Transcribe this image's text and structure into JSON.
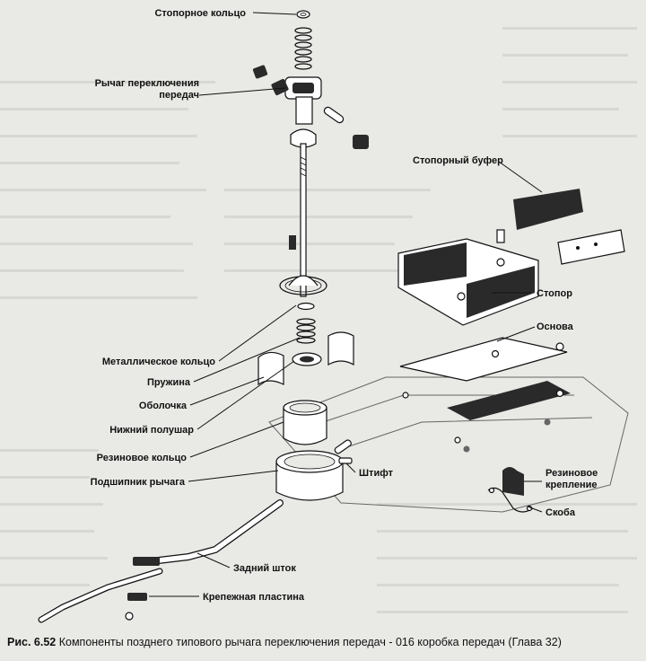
{
  "figure": {
    "number": "Рис. 6.52",
    "caption": "Компоненты позднего типового рычага переключения передач - 016 коробка передач (Глава 32)"
  },
  "labels": {
    "stop_ring": "Стопорное кольцо",
    "shift_lever_1": "Рычаг переключения",
    "shift_lever_2": "передач",
    "lock_buffer": "Стопорный буфер",
    "stop": "Стопор",
    "base": "Основа",
    "metal_ring": "Металлическое кольцо",
    "spring": "Пружина",
    "shell": "Оболочка",
    "lower_hemisphere": "Нижний полушар",
    "rubber_ring": "Резиновое кольцо",
    "pin": "Штифт",
    "lever_bearing": "Подшипник рычага",
    "rubber_mount_1": "Резиновое",
    "rubber_mount_2": "крепление",
    "bracket": "Скоба",
    "rear_rod": "Задний шток",
    "mounting_plate": "Крепежная пластина"
  },
  "colors": {
    "ink": "#111111",
    "paper": "#e9e9e6",
    "part_fill": "#ffffff",
    "dark_part": "#2a2a2a"
  }
}
